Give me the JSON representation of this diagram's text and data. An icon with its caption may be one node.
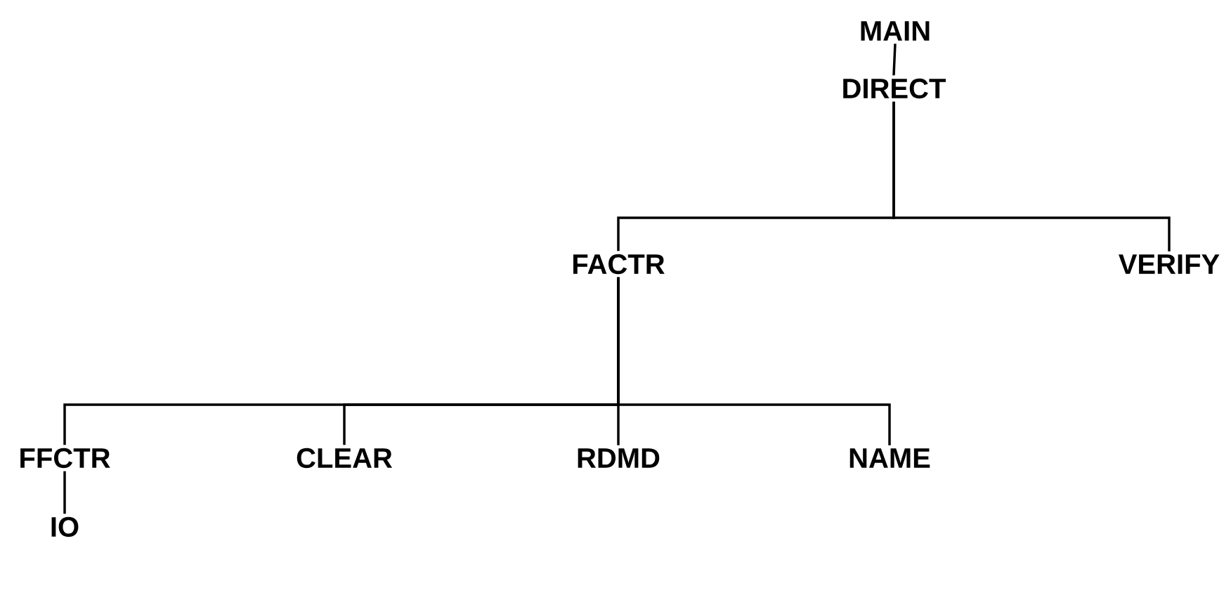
{
  "diagram": {
    "nodes": [
      {
        "text": [
          "MAIN"
        ]
      },
      {
        "text": [
          "DIRECT"
        ]
      },
      {
        "text": [
          "FACTR"
        ]
      },
      {
        "text": [
          "VERIFY"
        ]
      },
      {
        "text": [
          "FFCTR"
        ]
      },
      {
        "text": [
          "CLEAR"
        ]
      },
      {
        "text": [
          "RDMD"
        ]
      },
      {
        "text": [
          "NAME"
        ]
      },
      {
        "text": [
          "IO"
        ]
      }
    ],
    "edges": [
      {
        "from": 0,
        "to": 1,
        "arrow": "none"
      },
      {
        "from": 1,
        "to": 2,
        "arrow": "none"
      },
      {
        "from": 1,
        "to": 3,
        "arrow": "none"
      },
      {
        "from": 2,
        "to": 4,
        "arrow": "none"
      },
      {
        "from": 2,
        "to": 5,
        "arrow": "none"
      },
      {
        "from": 2,
        "to": 6,
        "arrow": "none"
      },
      {
        "from": 2,
        "to": 7,
        "arrow": "none"
      },
      {
        "from": 4,
        "to": 8,
        "arrow": "none"
      }
    ]
  }
}
